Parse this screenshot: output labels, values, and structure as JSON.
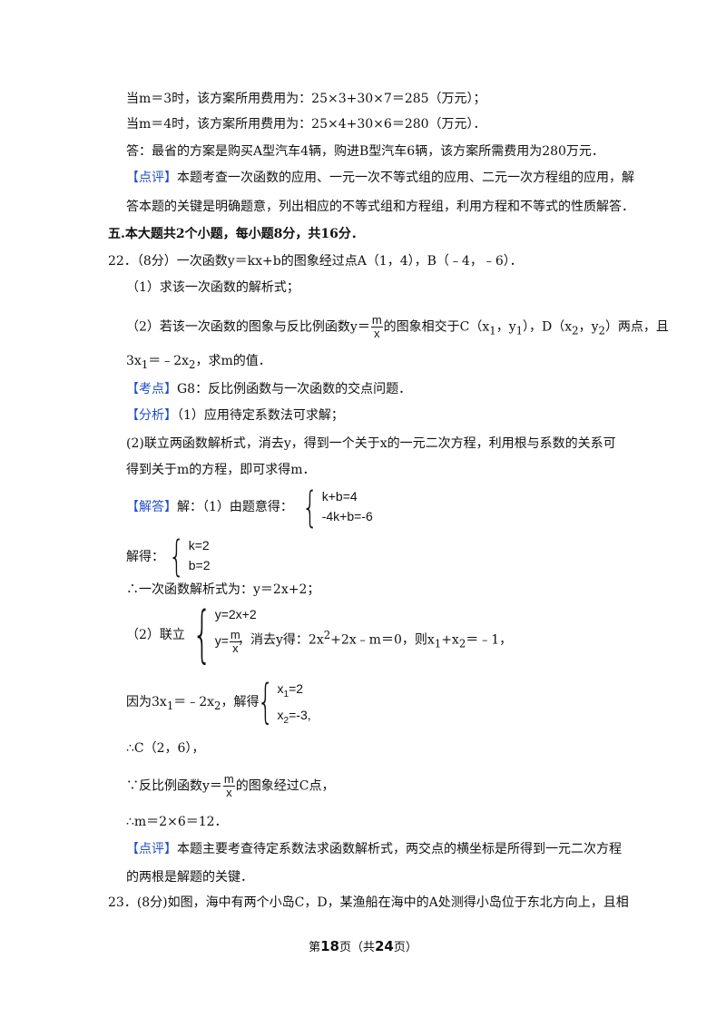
{
  "lines": {
    "l1": "当m＝3时，该方案所用费用为：25×3+30×7＝285（万元）；",
    "l2": "当m＝4时，该方案所用费用为：25×4+30×6＝280（万元）．",
    "l3": "答：最省的方案是购买A型汽车4辆，购进B型汽车6辆，该方案所需费用为280万元．",
    "l4_tag": "【点评】",
    "l4": "本题考查一次函数的应用、一元一次不等式组的应用、二元一次方程组的应用，解",
    "l5": "答本题的关键是明确题意，列出相应的不等式组和方程组，利用方程和不等式的性质解答．",
    "section": "五.本大题共2个小题，每小题8分，共16分．",
    "q22": "22．（8分）一次函数y＝kx+b的图象经过点A（1，4），B（﹣4，﹣6）．",
    "q22_1": "（1）求该一次函数的解析式；",
    "q22_2a": "（2）若该一次函数的图象与反比例函数y＝",
    "q22_2b": "的图象相交于C（x",
    "q22_2c": "，y",
    "q22_2d": "），D（x",
    "q22_2e": "，y",
    "q22_2f": "）两点，且",
    "q22_3a": "3x",
    "q22_3b": "＝﹣2x",
    "q22_3c": "，求m的值．",
    "kd_tag": "【考点】",
    "kd": "G8：反比例函数与一次函数的交点问题．",
    "fx_tag": "【分析】",
    "fx1": "（1）应用待定系数法可求解；",
    "fx2": "(2)联立两函数解析式，消去y，得到一个关于x的一元二次方程，利用根与系数的关系可",
    "fx3": "得到关于m的方程，即可求得m．",
    "jd_tag": "【解答】",
    "jd1": "解：（1）由题意得：",
    "sys1_a": "k+b=4",
    "sys1_b": "-4k+b=-6",
    "jiede": "解得：",
    "sys2_a": "k=2",
    "sys2_b": "b=2",
    "res1": "∴一次函数解析式为：y＝2x+2；",
    "lianli": "（2）联立",
    "sys3_a": "y=2x+2",
    "sys3_b": "y=",
    "frac_m": "m",
    "frac_x": "x",
    "xiaoqu": "，消去y得：2x",
    "xiaoqu2": "+2x﹣m＝0，则x",
    "xiaoqu3": "+x",
    "xiaoqu4": "＝﹣1，",
    "yinwei": "因为3x",
    "yinwei2": "＝﹣2x",
    "yinwei3": "，解得",
    "sys4_a": "x",
    "sys4_a2": "=2",
    "sys4_b": "x",
    "sys4_b2": "=-3",
    "sub1": "1",
    "sub2": "2",
    "sup2": "2",
    "cpt": "∴C（2，6），",
    "because": "∵反比例函数y＝",
    "because2": "的图象经过C点，",
    "mres": "∴m＝2×6＝12．",
    "py_tag": "【点评】",
    "py1": "本题主要考查待定系数法求函数解析式，两交点的横坐标是所得到一元二次方程",
    "py2": "的两根是解题的关键．",
    "q23": "23．(8分)如图，海中有两个小岛C，D，某渔船在海中的A处测得小岛位于东北方向上，且相"
  },
  "footer": {
    "pre": "第",
    "page": "18",
    "mid": "页（共",
    "total": "24",
    "post": "页）"
  },
  "colors": {
    "tag": "#1f4fc8",
    "text": "#111111"
  }
}
